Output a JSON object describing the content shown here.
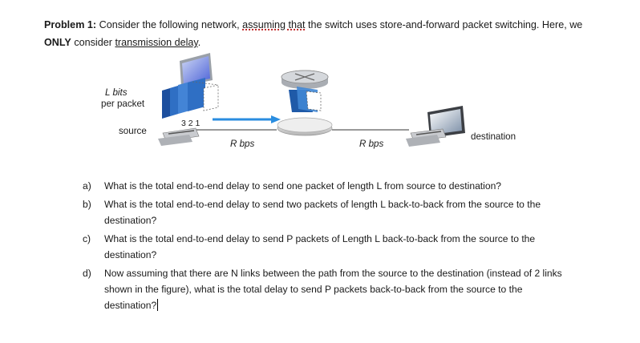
{
  "problem": {
    "label": "Problem 1:",
    "part1": " Consider the following network, ",
    "dotted_phrase": "assuming that",
    "part2": " the switch uses store-and-forward packet switching. Here, we ",
    "only": "ONLY",
    "part3": " consider ",
    "underlined": "transmission delay",
    "end": "."
  },
  "figure": {
    "l_bits": "L bits",
    "per_packet": "per packet",
    "source": "source",
    "packet_numbers": "3 2 1",
    "rate_left": "R bps",
    "rate_right": "R bps",
    "destination": "destination"
  },
  "questions": [
    {
      "marker": "a)",
      "text": "What is the total end-to-end delay to send one packet of length L from source to destination?"
    },
    {
      "marker": "b)",
      "text": "What is the total end-to-end delay to send two packets of length L back-to-back from the source to the destination?"
    },
    {
      "marker": "c)",
      "text": "What is the total end-to-end delay to send P packets of Length L back-to-back from the source to the destination?"
    },
    {
      "marker": "d)",
      "text": "Now assuming that there are N links between the path from the source to the destination (instead of 2 links shown in the figure), what is the total delay to send P packets back-to-back from the source to the destination?"
    }
  ]
}
